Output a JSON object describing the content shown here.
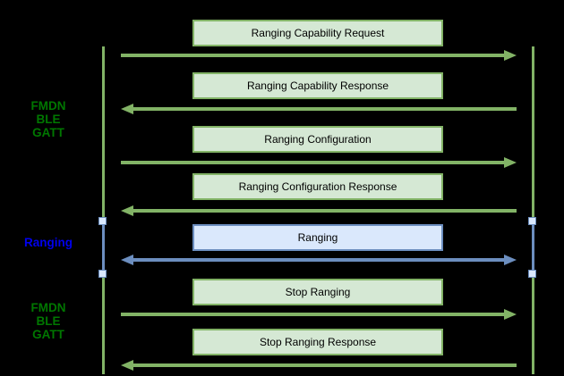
{
  "colors": {
    "background": "#000000",
    "green_stroke": "#82b366",
    "green_fill": "#d5e8d4",
    "blue_stroke": "#6c8ebf",
    "blue_fill": "#dae8fc",
    "side_label_green": "#007700",
    "side_label_blue": "#0000ee",
    "box_text": "#000000"
  },
  "side_labels": {
    "gatt_top": {
      "l1": "FMDN",
      "l2": "BLE",
      "l3": "GATT"
    },
    "ranging": {
      "l1": "Ranging"
    },
    "gatt_bottom": {
      "l1": "FMDN",
      "l2": "BLE",
      "l3": "GATT"
    }
  },
  "messages": [
    {
      "label": "Ranging Capability Request",
      "direction": "right",
      "color": "green"
    },
    {
      "label": "Ranging Capability Response",
      "direction": "left",
      "color": "green"
    },
    {
      "label": "Ranging Configuration",
      "direction": "right",
      "color": "green"
    },
    {
      "label": "Ranging Configuration Response",
      "direction": "left",
      "color": "green"
    },
    {
      "label": "Ranging",
      "direction": "both",
      "color": "blue"
    },
    {
      "label": "Stop Ranging",
      "direction": "right",
      "color": "green"
    },
    {
      "label": "Stop Ranging Response",
      "direction": "left",
      "color": "green"
    }
  ]
}
